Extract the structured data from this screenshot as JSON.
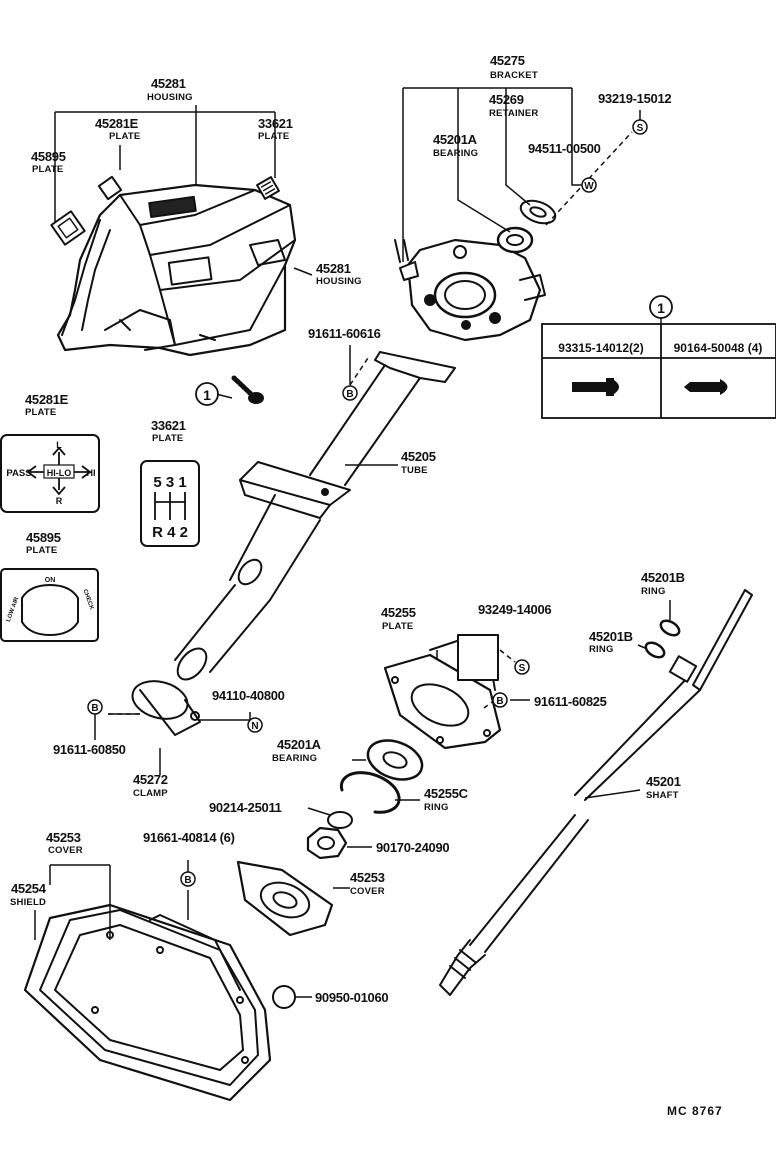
{
  "parts": {
    "housing_top": {
      "number": "45281",
      "name": "HOUSING"
    },
    "housing_right": {
      "number": "45281",
      "name": "HOUSING"
    },
    "plate_45281e": {
      "number": "45281E",
      "name": "PLATE"
    },
    "plate_33621": {
      "number": "33621",
      "name": "PLATE"
    },
    "plate_45895": {
      "number": "45895",
      "name": "PLATE"
    },
    "bracket": {
      "number": "45275",
      "name": "BRACKET"
    },
    "retainer": {
      "number": "45269",
      "name": "RETAINER"
    },
    "bearing_top": {
      "number": "45201A",
      "name": "BEARING"
    },
    "screw_93219": {
      "number": "93219-15012"
    },
    "washer_94511": {
      "number": "94511-00500"
    },
    "bolt_91611_60616": {
      "number": "91611-60616"
    },
    "tube": {
      "number": "45205",
      "name": "TUBE"
    },
    "ring_upper": {
      "number": "45201B",
      "name": "RING"
    },
    "ring_lower": {
      "number": "45201B",
      "name": "RING"
    },
    "plate_45255": {
      "number": "45255",
      "name": "PLATE"
    },
    "screw_93249": {
      "number": "93249-14006"
    },
    "bolt_91611_60825": {
      "number": "91611-60825"
    },
    "nut_94110": {
      "number": "94110-40800"
    },
    "bolt_91611_60850": {
      "number": "91611-60850"
    },
    "clamp": {
      "number": "45272",
      "name": "CLAMP"
    },
    "bearing_bottom": {
      "number": "45201A",
      "name": "BEARING"
    },
    "ring_45255c": {
      "number": "45255C",
      "name": "RING"
    },
    "washer_90214": {
      "number": "90214-25011"
    },
    "nut_90170": {
      "number": "90170-24090"
    },
    "shaft": {
      "number": "45201",
      "name": "SHAFT"
    },
    "cover_top": {
      "number": "45253",
      "name": "COVER"
    },
    "bolt_91661": {
      "number": "91661-40814 (6)"
    },
    "shield": {
      "number": "45254",
      "name": "SHIELD"
    },
    "cover_right": {
      "number": "45253",
      "name": "COVER"
    },
    "plug_90950": {
      "number": "90950-01060"
    }
  },
  "fastener_table": {
    "callout": "1",
    "columns": [
      "93315-14012(2)",
      "90164-50048 (4)"
    ]
  },
  "callouts": {
    "housing_screw": "1"
  },
  "symbols": {
    "bolt": "B",
    "screw": "S",
    "washer": "W",
    "nut": "N"
  },
  "shift_plate_45281e": {
    "top": "L",
    "bottom": "R",
    "left": "PASS",
    "center": "HI-LO",
    "right": "HI"
  },
  "shift_plate_33621": {
    "top_row": "5 3 1",
    "bottom_row": "R 4 2"
  },
  "plate_45895_face": {
    "top": "ON",
    "left": "LOW AIR",
    "right": "CHECK"
  },
  "figure_code": "MC 8767"
}
